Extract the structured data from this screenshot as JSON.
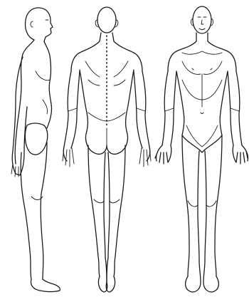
{
  "figure": {
    "views": [
      "side",
      "back",
      "front"
    ],
    "background": "#ffffff",
    "line_color": "#1a1a1a",
    "spine_marking": "dotted line"
  }
}
